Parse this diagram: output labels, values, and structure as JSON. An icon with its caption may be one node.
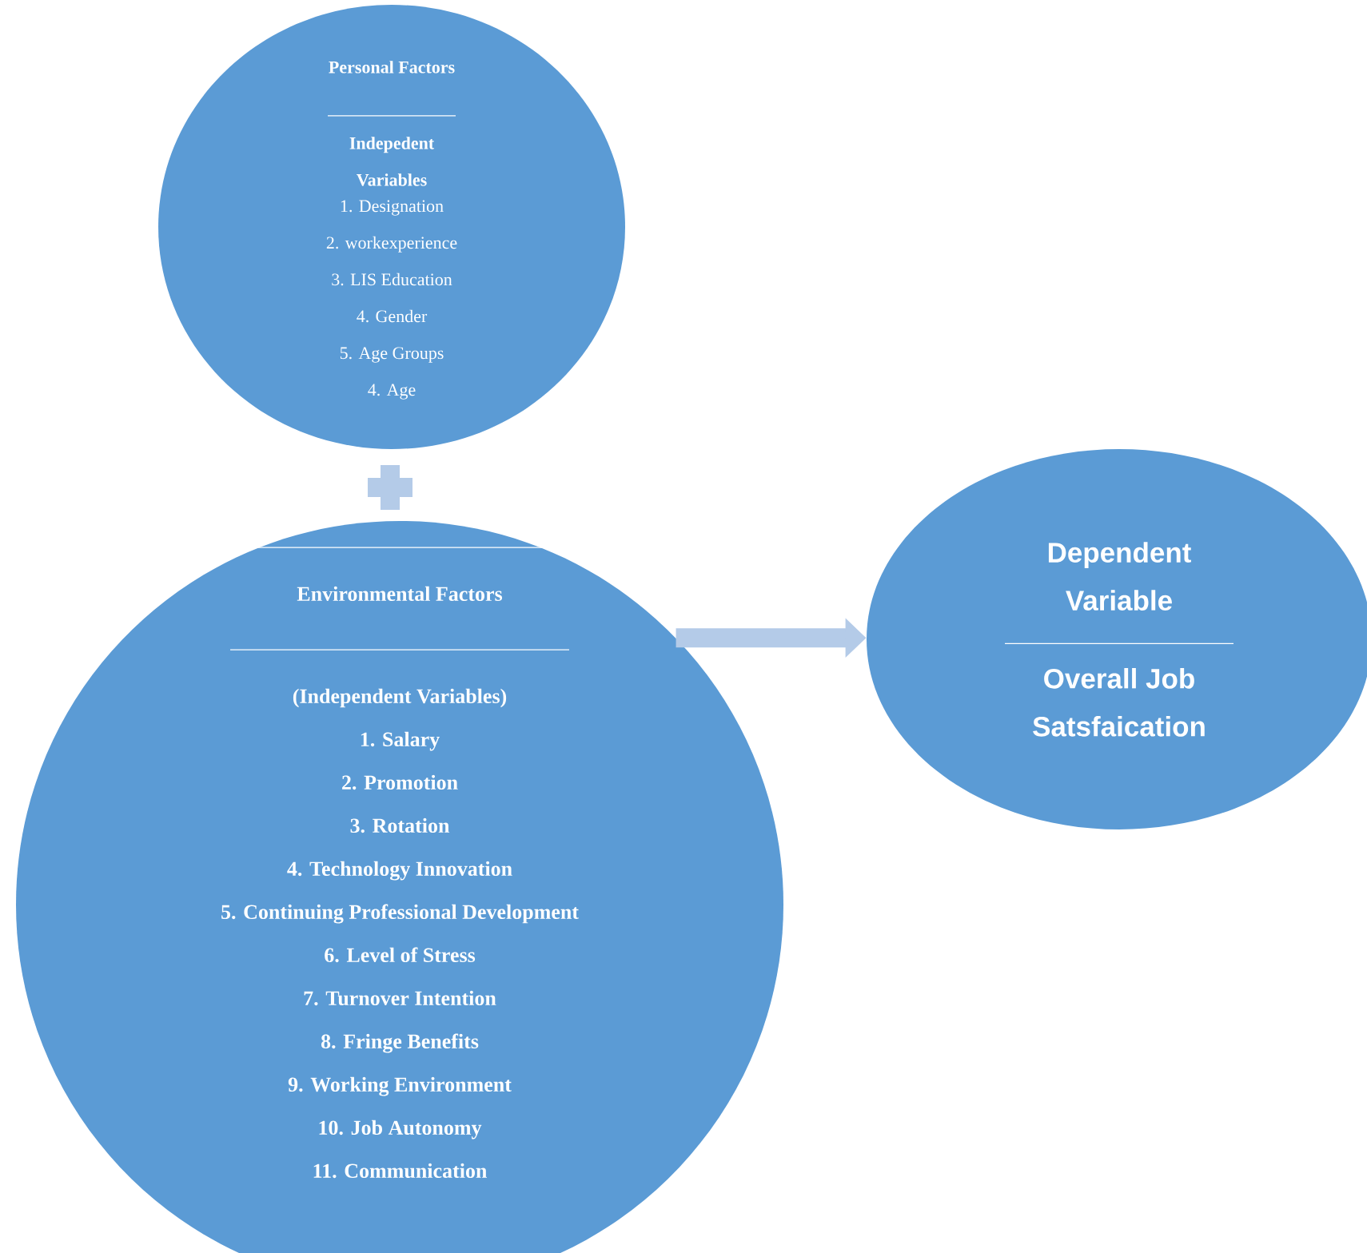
{
  "diagram": {
    "nodes": [
      {
        "text": [
          "Personal Factors",
          "Indepedent Variables",
          "1. Designation",
          "2. workexperience",
          "3. LIS Education",
          "4. Gender",
          "5. Age Groups",
          "4. Age"
        ]
      },
      {
        "text": [
          "Environmental Factors",
          "(Independent Variables)",
          "1. Salary",
          "2. Promotion",
          "3. Rotation",
          "4. Technology Innovation",
          "5. Continuing Professional Development",
          "6. Level of Stress",
          "7. Turnover Intention",
          "8. Fringe Benefits",
          "9. Working Environment",
          "10. Job Autonomy",
          "11. Communication"
        ]
      },
      {
        "text": [
          "Dependent Variable",
          "Overall Job Satsfaication"
        ]
      }
    ],
    "edges": [
      {
        "from": 1,
        "to": 2,
        "arrow": "to"
      }
    ]
  }
}
